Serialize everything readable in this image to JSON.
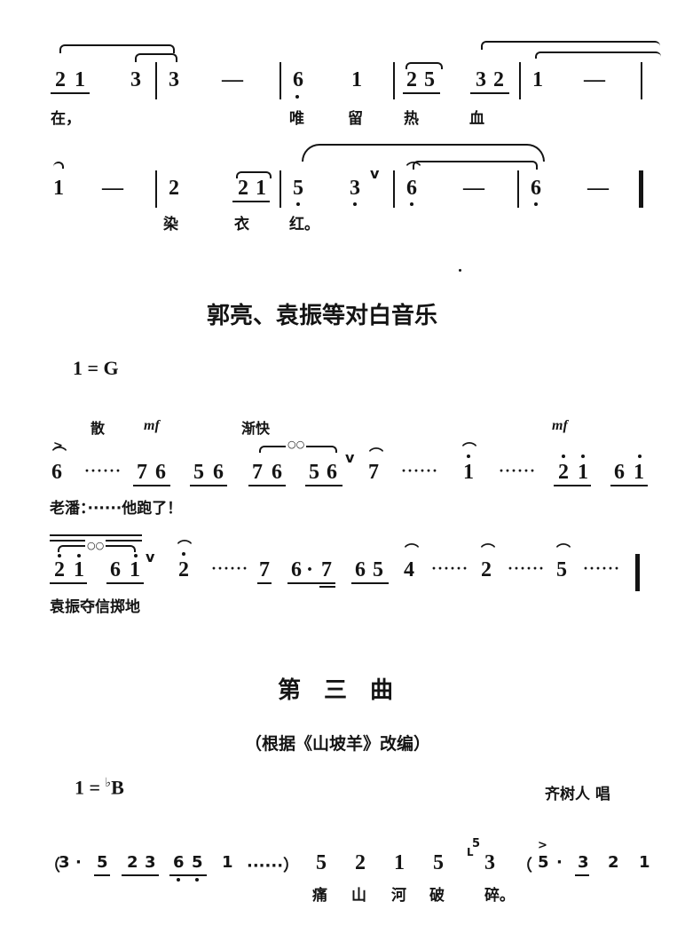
{
  "line1": {
    "notes": [
      "2",
      "1",
      "3",
      "3",
      "—",
      "6",
      "1",
      "2",
      "5",
      "3",
      "2",
      "1",
      "—"
    ],
    "lyrics": [
      "在，",
      "唯",
      "留",
      "热",
      "血"
    ]
  },
  "line2": {
    "notes": [
      "1",
      "—",
      "2",
      "2",
      "1",
      "5",
      "3",
      "6",
      "—",
      "6",
      "—"
    ],
    "breath": "v",
    "lyrics": [
      "染",
      "衣",
      "红。"
    ]
  },
  "section1": {
    "title": "郭亮、袁振等对白音乐",
    "key": "1 = G",
    "markings": {
      "san": "散",
      "mf1": "mf",
      "jiankuai": "渐快",
      "mf2": "mf"
    },
    "row1": {
      "notes": [
        "6",
        "······",
        "7",
        "6",
        "5",
        "6",
        "7",
        "6",
        "5",
        "6",
        "7",
        "······",
        "1",
        "······",
        "2",
        "1",
        "6",
        "1"
      ],
      "breath": "v",
      "accent": ">",
      "harmonic": "○○",
      "dialogue": "老潘：······他跑了！"
    },
    "row2": {
      "notes": [
        "2",
        "1",
        "6",
        "1",
        "2",
        "······",
        "7",
        "6",
        "·",
        "7",
        "6",
        "5",
        "4",
        "······",
        "2",
        "······",
        "5",
        "······"
      ],
      "breath": "v",
      "harmonic": "○○",
      "dialogue": "袁振夺信掷地"
    }
  },
  "section2": {
    "title": "第　三　曲",
    "subtitle": "（根据《山坡羊》改编）",
    "key_prefix": "1 = ",
    "key_flat": "♭",
    "key_note": "B",
    "singer": "齐树人 唱",
    "row": {
      "notes": [
        "（",
        "3",
        "·",
        "5",
        "2",
        "3",
        "6",
        "5",
        "1",
        "······）",
        "5",
        "2",
        "1",
        "5",
        "5",
        "3",
        "（",
        "5",
        "·",
        "3",
        "2",
        "1"
      ],
      "lyrics": [
        "痛",
        "山",
        "河",
        "破",
        "碎。"
      ],
      "accent": ">"
    }
  }
}
